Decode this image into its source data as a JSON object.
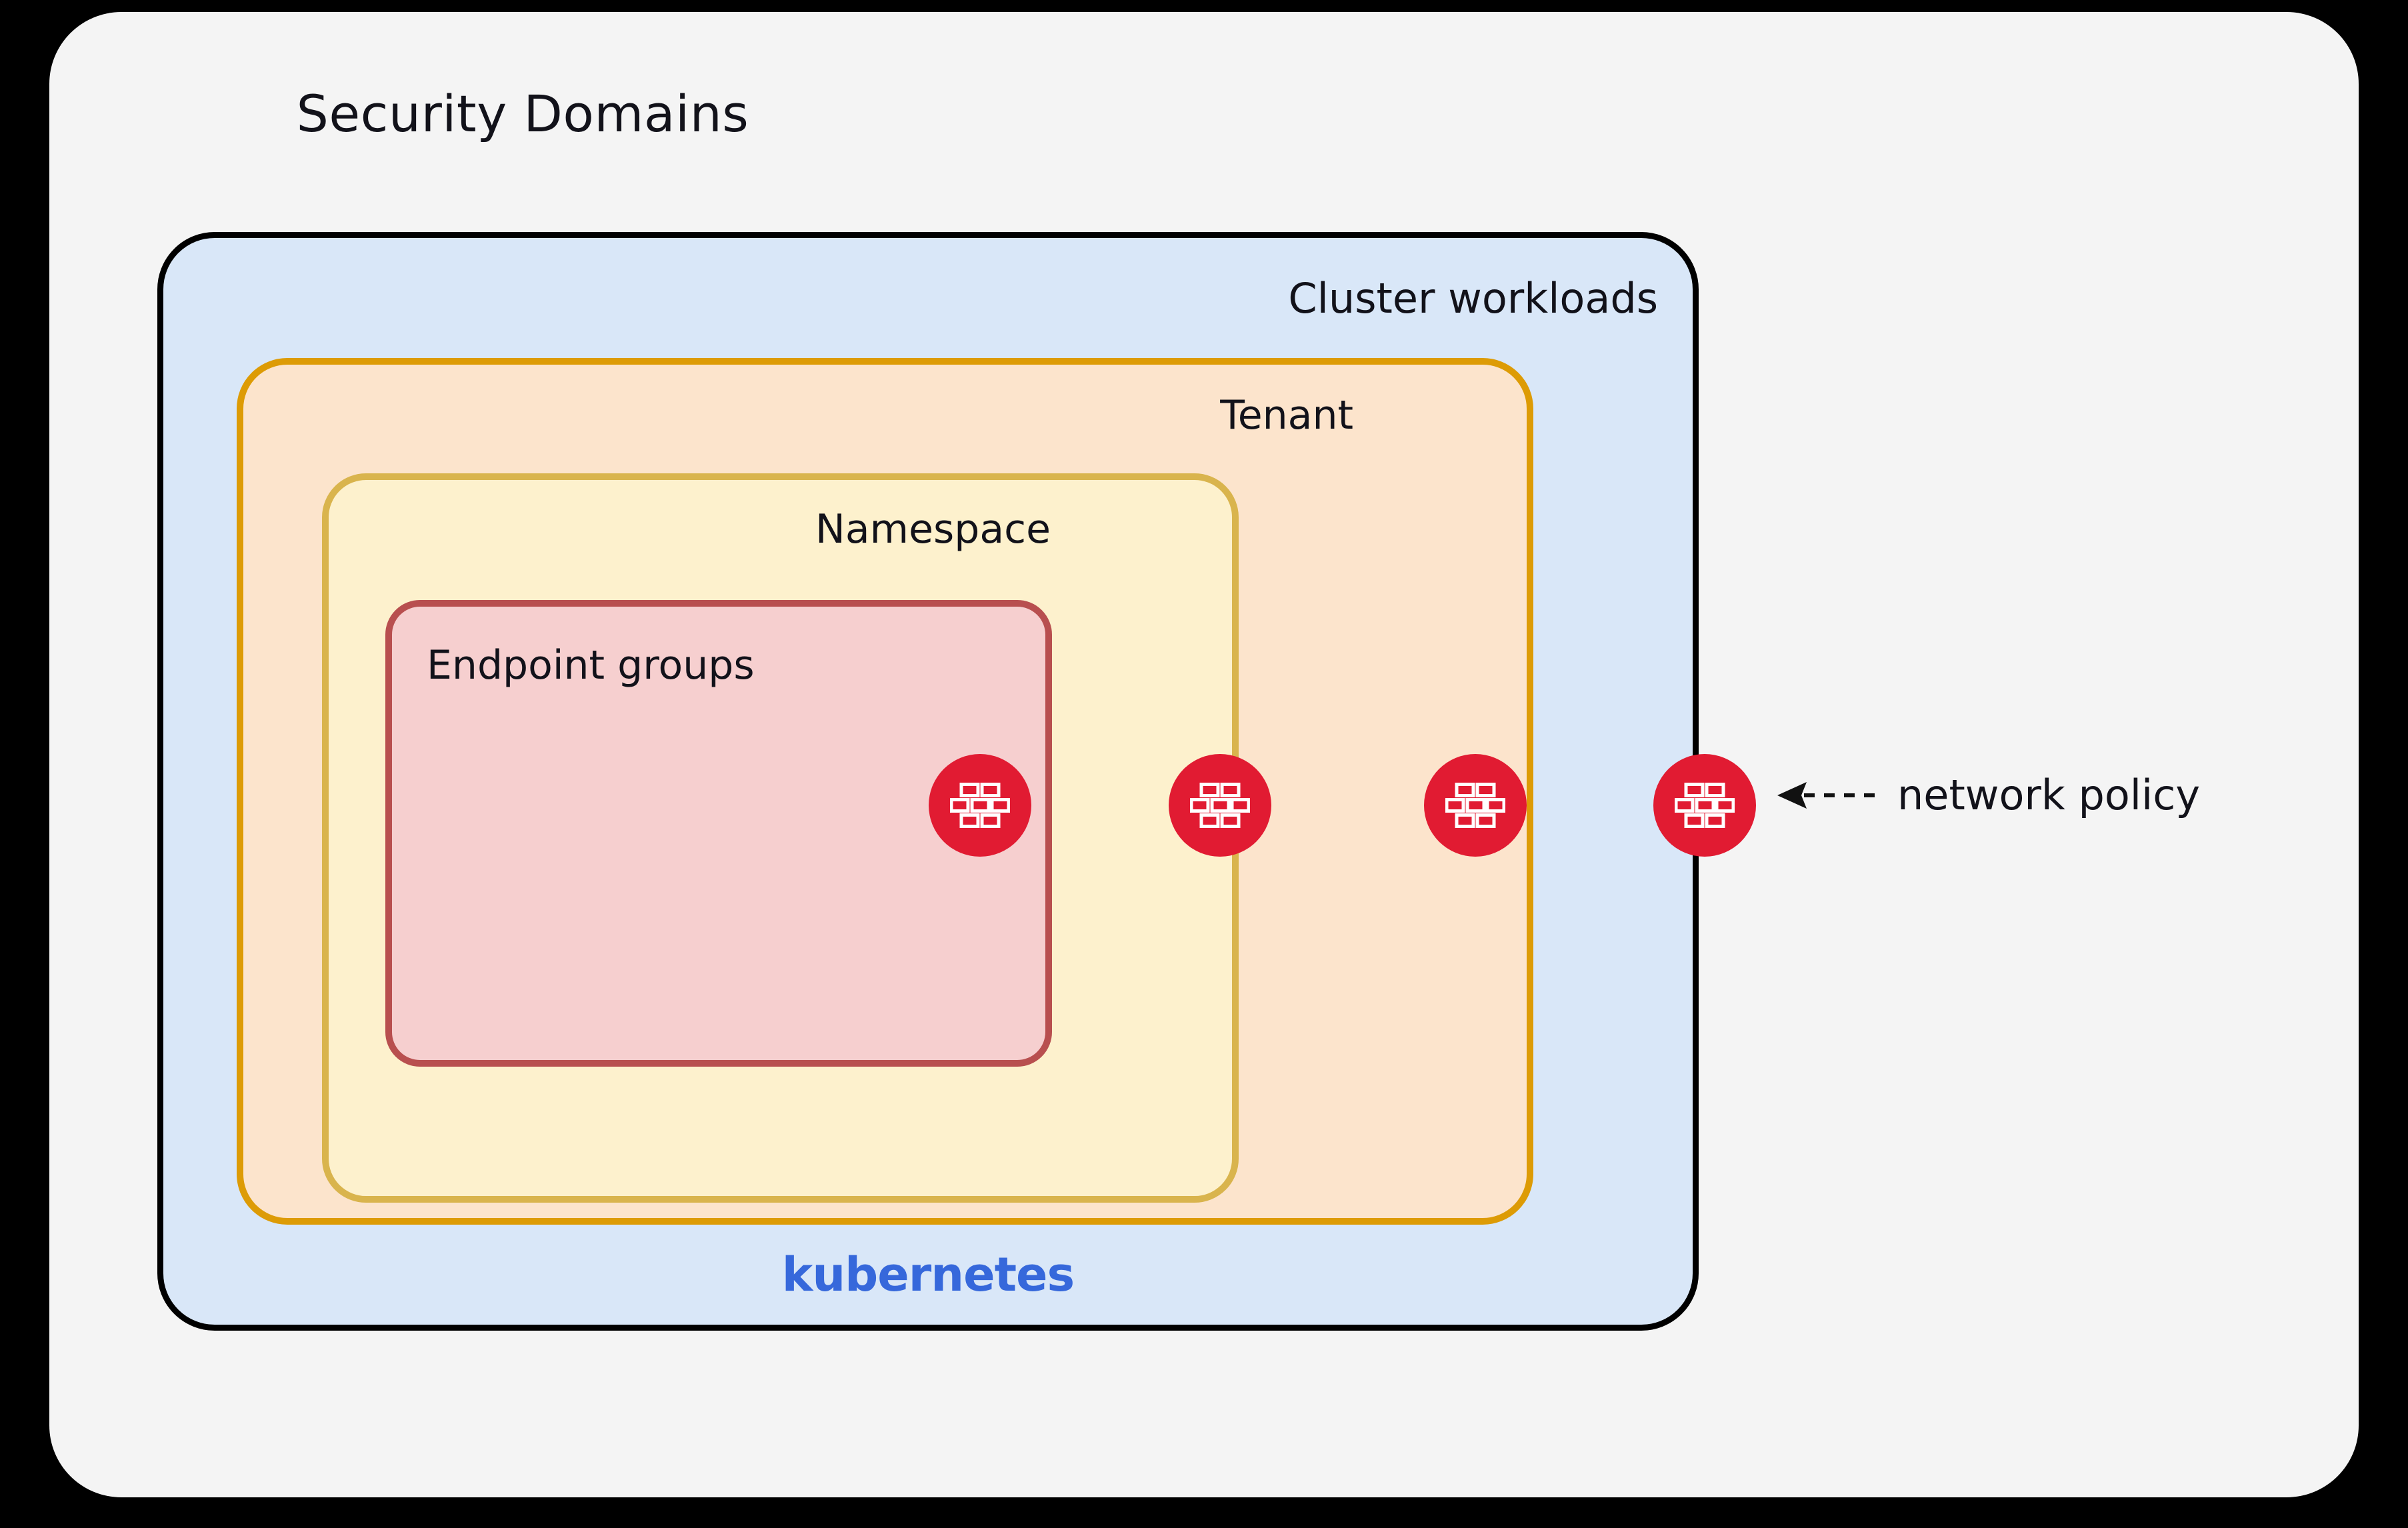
{
  "diagram": {
    "title": "Security Domains",
    "background_color": "#000000",
    "panel_color": "#f4f4f4"
  },
  "layers": {
    "security_domains": {
      "label": "Security Domains",
      "fill": "#f4f4f4",
      "border": "none"
    },
    "cluster_workloads": {
      "label": "Cluster workloads",
      "fill": "#d9e7f8",
      "border": "#000000",
      "footer_label": "kubernetes",
      "footer_color": "#3668db"
    },
    "tenant": {
      "label": "Tenant",
      "fill": "#fce4cc",
      "border": "#dd9b05"
    },
    "namespace": {
      "label": "Namespace",
      "fill": "#fdf1cd",
      "border": "#d9b44d"
    },
    "endpoint_groups": {
      "label": "Endpoint groups",
      "fill": "#f6cfcf",
      "border": "#b84f4f"
    }
  },
  "markers": {
    "icon_name": "firewall-brick-icon",
    "color": "#e11b32",
    "glyph_color": "#ffffff",
    "count": 4,
    "positions": [
      {
        "boundary": "endpoint-groups"
      },
      {
        "boundary": "namespace"
      },
      {
        "boundary": "tenant"
      },
      {
        "boundary": "cluster-workloads"
      }
    ]
  },
  "annotation": {
    "text": "network policy",
    "arrow_icon": "dashed-arrow-left-icon",
    "color": "#12121a"
  }
}
